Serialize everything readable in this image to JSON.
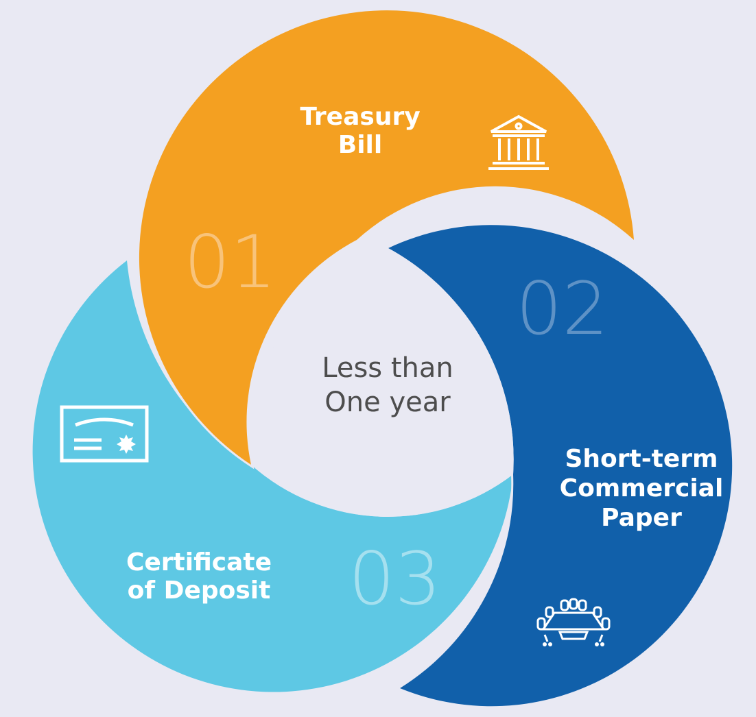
{
  "diagram": {
    "center_text": [
      "Less than",
      "One year"
    ],
    "segments": [
      {
        "number": "01",
        "label": [
          "Treasury",
          "Bill"
        ],
        "color": "#f4a021",
        "number_color": "#f8c37a",
        "icon": "bank-building-icon"
      },
      {
        "number": "02",
        "label": [
          "Short-term",
          "Commercial",
          "Paper"
        ],
        "color": "#1160aa",
        "number_color": "#5e92c6",
        "icon": "meeting-table-icon"
      },
      {
        "number": "03",
        "label": [
          "Certificate",
          "of Deposit"
        ],
        "color": "#5ec8e4",
        "number_color": "#a5e0ef",
        "icon": "certificate-icon"
      }
    ],
    "background_color": "#e9e9f3",
    "center_text_color": "#4d4d4d"
  }
}
